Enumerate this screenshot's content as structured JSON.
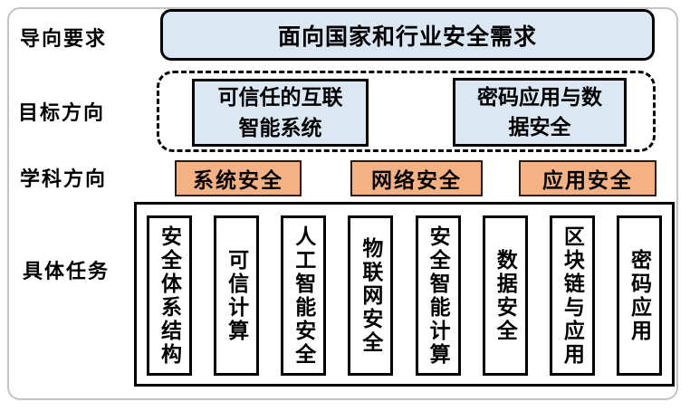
{
  "diagram": {
    "colors": {
      "light_blue_fill": "#dbe7f3",
      "orange_fill": "#f4b183",
      "outer_border": "#c3c3c3",
      "box_border": "#000000"
    },
    "rows": {
      "guiding": {
        "label": "导向要求",
        "box": "面向国家和行业安全需求"
      },
      "target": {
        "label": "目标方向",
        "boxes": [
          "可信任的互联\n智能系统",
          "密码应用与数\n据安全"
        ]
      },
      "discipline": {
        "label": "学科方向",
        "boxes": [
          "系统安全",
          "网络安全",
          "应用安全"
        ]
      },
      "tasks": {
        "label": "具体任务",
        "boxes": [
          "安全体系结构",
          "可信计算",
          "人工智能安全",
          "物联网安全",
          "安全智能计算",
          "数据安全",
          "区块链与应用",
          "密码应用"
        ]
      }
    }
  }
}
